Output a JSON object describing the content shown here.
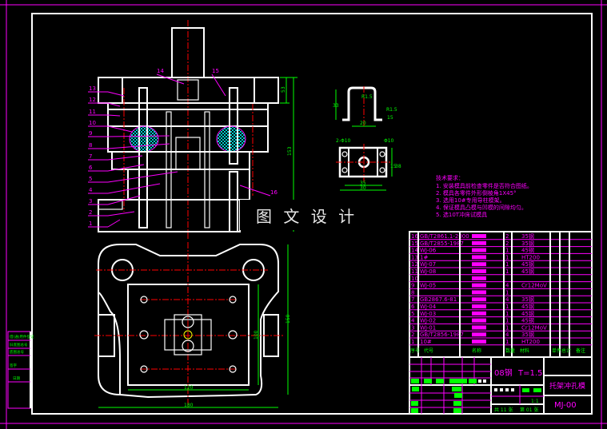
{
  "watermark": "图 文 设 计",
  "colors": {
    "frame": "#ffffff",
    "text": "#ff00ff",
    "dimension": "#00ff00",
    "centerline": "#ff0000",
    "hatch": "#00ffff",
    "background": "#000000"
  },
  "section_view": {
    "part_labels": [
      "1",
      "2",
      "3",
      "4",
      "5",
      "6",
      "7",
      "8",
      "9",
      "10",
      "11",
      "12",
      "13",
      "14",
      "15",
      "16"
    ],
    "dimensions": [
      "53",
      "153"
    ]
  },
  "part_drawing": {
    "dimensions": [
      "R1.5",
      "R1.5",
      "33",
      "20",
      "15",
      "2-Φ10",
      "Φ10",
      "35",
      "30",
      "15",
      "38"
    ]
  },
  "plan_view": {
    "dimensions": [
      "150",
      "100",
      "120",
      "180"
    ]
  },
  "technical_requirements": {
    "title": "技术要求：",
    "items": [
      "1.  安装模具前检查零件是否符合图纸。",
      "2.  模具各零件外形倒棱角1X45°",
      "3.  选用10#专用导柱模架。",
      "4.  保证模具凸模与凹模的间隙均匀。",
      "5.  选10T冲床试模具"
    ]
  },
  "bom": {
    "rows": [
      {
        "no": "16",
        "code": "GB/T2861.1-2000",
        "qty": "2",
        "material": "35钢"
      },
      {
        "no": "15",
        "code": "GB/T2855-1987",
        "qty": "2",
        "material": "35钢"
      },
      {
        "no": "14",
        "code": "WJ-06",
        "qty": "1",
        "material": "45钢"
      },
      {
        "no": "13",
        "code": "1#",
        "qty": "1",
        "material": "HT200"
      },
      {
        "no": "12",
        "code": "WJ-07",
        "qty": "1",
        "material": "45钢"
      },
      {
        "no": "11",
        "code": "WJ-08",
        "qty": "1",
        "material": "45钢"
      },
      {
        "no": "10",
        "code": "",
        "qty": "",
        "material": ""
      },
      {
        "no": "9",
        "code": "WJ-05",
        "qty": "4",
        "material": "Cr12MoV"
      },
      {
        "no": "8",
        "code": "",
        "qty": "1",
        "material": ""
      },
      {
        "no": "7",
        "code": "GB2867.6-81",
        "qty": "4",
        "material": "35钢"
      },
      {
        "no": "6",
        "code": "WJ-04",
        "qty": "1",
        "material": "45钢"
      },
      {
        "no": "5",
        "code": "WJ-03",
        "qty": "1",
        "material": "45钢"
      },
      {
        "no": "4",
        "code": "WJ-02",
        "qty": "1",
        "material": "45钢"
      },
      {
        "no": "3",
        "code": "WJ-01",
        "qty": "1",
        "material": "Cr12MoV"
      },
      {
        "no": "2",
        "code": "GB/T2856-1987",
        "qty": "4",
        "material": "35钢"
      },
      {
        "no": "1",
        "code": "10#",
        "qty": "1",
        "material": "HT200"
      }
    ],
    "header": [
      "序号",
      "代号",
      "名称",
      "数量",
      "材料",
      "单件",
      "总计",
      "备注"
    ]
  },
  "title_block": {
    "material": "08钢",
    "thickness": "T=1.5",
    "title": "托架冲孔模",
    "drawing_no": "MJ-00",
    "scale": "1:1",
    "sheets": "共 11 张",
    "sheet": "第 01 张"
  },
  "left_stamps": [
    "借(通)用件登记",
    "旧底图总号",
    "底图总号",
    "签字",
    "日期"
  ]
}
